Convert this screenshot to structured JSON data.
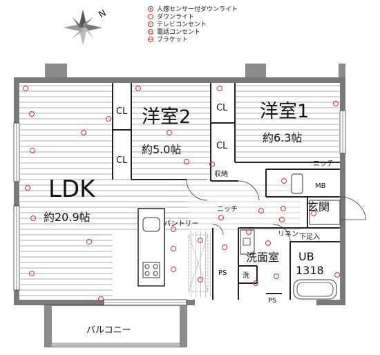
{
  "legend": {
    "items": [
      {
        "label": "人感センサー付ダウンライト",
        "symbol": "D"
      },
      {
        "label": "ダウンライト",
        "symbol": "D"
      },
      {
        "label": "テレビコンセント",
        "symbol": "T"
      },
      {
        "label": "電話コンセント",
        "symbol": "TEL"
      },
      {
        "label": "ブラケット",
        "symbol": "B"
      }
    ]
  },
  "compass": {
    "label": "N"
  },
  "rooms": {
    "ldk": {
      "name": "LDK",
      "area": "約20.9帖"
    },
    "western2": {
      "name": "洋室2",
      "area": "約5.0帖"
    },
    "western1": {
      "name": "洋室1",
      "area": "約6.3帖"
    },
    "entrance": {
      "name": "玄関"
    },
    "washroom": {
      "name": "洗面室"
    },
    "ub": {
      "name": "UB",
      "size": "1318"
    },
    "balcony": {
      "name": "バルコニー"
    }
  },
  "labels": {
    "cl1": "CL",
    "cl2": "CL",
    "cl3": "CL",
    "cl4": "CL",
    "storage": "収納",
    "niche1": "ニッチ",
    "niche2": "ニッチ",
    "pantry": "パントリー",
    "linen": "リネン",
    "shoebox": "下足入",
    "mb": "MB",
    "ps1": "PS",
    "ps2": "PS",
    "washer": "洗"
  },
  "colors": {
    "light": "#d0302a",
    "wall": "#7a7a7a",
    "line": "#222222"
  }
}
